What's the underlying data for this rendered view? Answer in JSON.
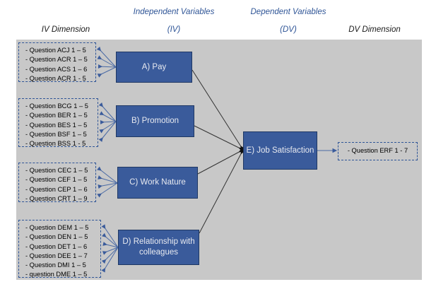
{
  "diagram": {
    "title_hidden": "",
    "background_color": "#c8c8c8",
    "accent_blue": "#3a5b9b",
    "heading_blue": "#2e5496",
    "headings": {
      "independent_variables": "Independent Variables",
      "dependent_variables": "Dependent Variables",
      "iv_dimension": "IV Dimension",
      "iv_abbr": "(IV)",
      "dv_abbr": "(DV)",
      "dv_dimension": "DV Dimension"
    },
    "nodes": [
      {
        "id": "A",
        "label": "A) Pay"
      },
      {
        "id": "B",
        "label": "B)  Promotion"
      },
      {
        "id": "C",
        "label": "C) Work Nature"
      },
      {
        "id": "D",
        "label": "D) Relationship with colleagues"
      },
      {
        "id": "E",
        "label": "E) Job Satisfaction"
      }
    ],
    "question_groups": [
      {
        "id": "A",
        "items": [
          "- Question ACJ 1 – 5",
          "- Question ACR 1 – 5",
          "- Question ACS 1 – 6",
          "- Question ACR 1 - 5"
        ]
      },
      {
        "id": "B",
        "items": [
          "- Question BCG 1 – 5",
          "- Question BER 1 – 5",
          "- Question BES 1 – 5",
          "- Question BSF 1 – 5",
          "- Question BSS 1 - 5"
        ]
      },
      {
        "id": "C",
        "items": [
          "- Question CEC 1 – 5",
          "- Question CEF 1 – 5",
          "- Question CEP 1 – 6",
          "- Question CRT 1 – 9"
        ]
      },
      {
        "id": "D",
        "items": [
          "- Question DEM 1 – 5",
          "- Question DEN 1 – 5",
          "- Question DET 1 – 6",
          "- Question DEE 1 – 7",
          "- Question DMI 1 – 5",
          "- question DME 1 – 5"
        ]
      },
      {
        "id": "E",
        "items": [
          "- Question ERF 1 - 7"
        ]
      }
    ]
  }
}
